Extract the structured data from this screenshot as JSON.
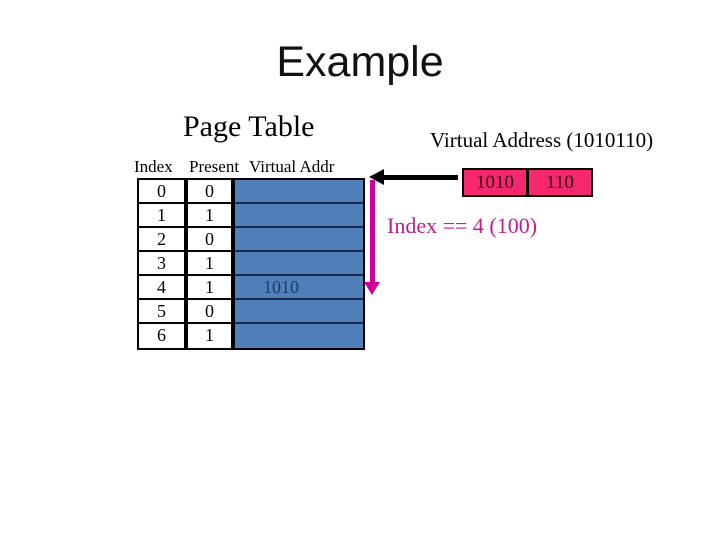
{
  "slide": {
    "title": "Example"
  },
  "page_table": {
    "heading": "Page Table",
    "columns": [
      "Index",
      "Present",
      "Virtual Addr"
    ],
    "rows": [
      {
        "index": "0",
        "present": "0",
        "virtual_addr": ""
      },
      {
        "index": "1",
        "present": "1",
        "virtual_addr": ""
      },
      {
        "index": "2",
        "present": "0",
        "virtual_addr": ""
      },
      {
        "index": "3",
        "present": "1",
        "virtual_addr": ""
      },
      {
        "index": "4",
        "present": "1",
        "virtual_addr": "1010"
      },
      {
        "index": "5",
        "present": "0",
        "virtual_addr": ""
      },
      {
        "index": "6",
        "present": "1",
        "virtual_addr": ""
      }
    ]
  },
  "virtual_address": {
    "label": "Virtual Address (1010110)",
    "page_bits": "1010",
    "offset_bits": "110"
  },
  "annotation": {
    "index_note": "Index == 4 (100)"
  },
  "colors": {
    "frame_column_fill": "#4F80BA",
    "va_box_fill": "#F4276F",
    "arrow_magenta": "#CC0099",
    "annotation_text": "#BE1E91",
    "frame_value_text": "#1F3864"
  }
}
